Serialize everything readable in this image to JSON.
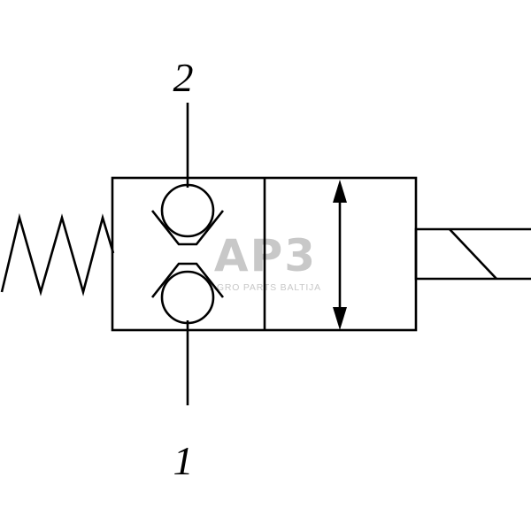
{
  "diagram": {
    "ports": {
      "top": "2",
      "bottom": "1"
    },
    "watermark": {
      "logo": "AP3",
      "subtitle": "AGRO PARTS BALTIJA",
      "color": "#c8c8c8"
    },
    "line_color": "#000000",
    "background": "#ffffff"
  }
}
